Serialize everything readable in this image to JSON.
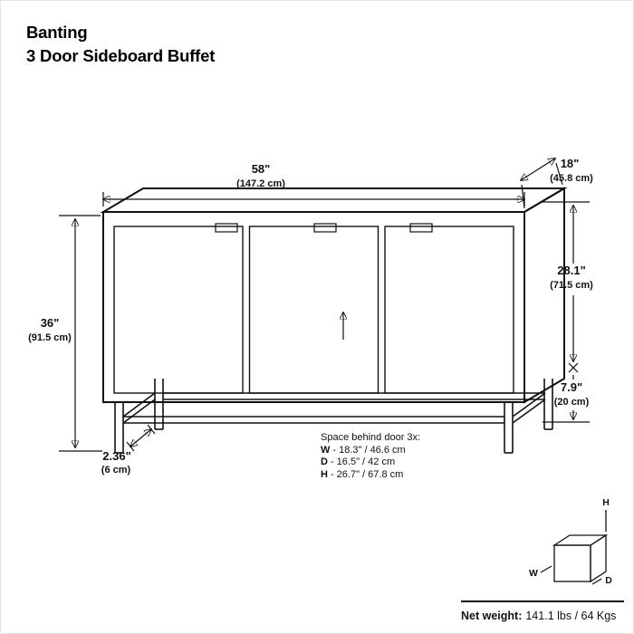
{
  "title": {
    "brand": "Banting",
    "product": "3 Door Sideboard Buffet"
  },
  "dimensions": {
    "width_in": "58\"",
    "width_cm": "(147.2 cm)",
    "depth_in": "18\"",
    "depth_cm": "(45.8 cm)",
    "upper_height_in": "28.1\"",
    "upper_height_cm": "(71.5 cm)",
    "base_height_in": "7.9\"",
    "base_height_cm": "(20 cm)",
    "total_height_in": "36\"",
    "total_height_cm": "(91.5 cm)",
    "leg_width_in": "2.36\"",
    "leg_width_cm": "(6 cm)"
  },
  "space_behind": {
    "title": "Space behind door 3x:",
    "items": [
      {
        "key": "W",
        "value": "- 18.3\" / 46.6 cm"
      },
      {
        "key": "D",
        "value": "- 16.5\" / 42 cm"
      },
      {
        "key": "H",
        "value": "- 26.7\" / 67.8 cm"
      }
    ]
  },
  "orientation_cube": {
    "height_label": "H",
    "width_label": "W",
    "depth_label": "D"
  },
  "net_weight": {
    "label": "Net weight:",
    "value": "141.1 lbs / 64 Kgs"
  }
}
